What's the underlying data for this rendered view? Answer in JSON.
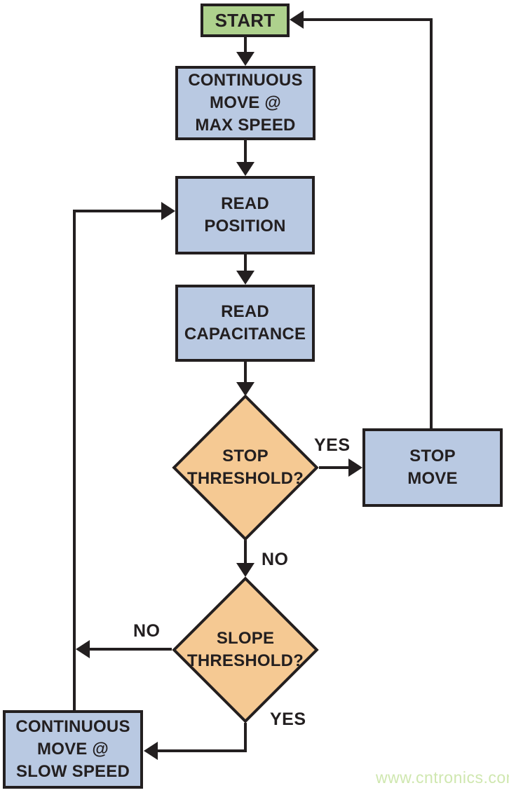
{
  "colors": {
    "line": "#231f20",
    "text": "#231f20",
    "process": "#b9c9e2",
    "terminal": "#aed18d",
    "decision": "#f5c993",
    "watermark": "#cfe7af"
  },
  "nodes": {
    "start": "START",
    "continuous_move_max": "CONTINUOUS\nMOVE @\nMAX SPEED",
    "read_position": "READ\nPOSITION",
    "read_capacitance": "READ\nCAPACITANCE",
    "stop_threshold": "STOP\nTHRESHOLD?",
    "stop_move": "STOP\nMOVE",
    "slope_threshold": "SLOPE\nTHRESHOLD?",
    "continuous_move_slow": "CONTINUOUS\nMOVE @\nSLOW SPEED"
  },
  "edge_labels": {
    "stop_yes": "YES",
    "stop_no": "NO",
    "slope_no": "NO",
    "slope_yes": "YES"
  },
  "watermark": {
    "text": "www.cntronics.com"
  }
}
